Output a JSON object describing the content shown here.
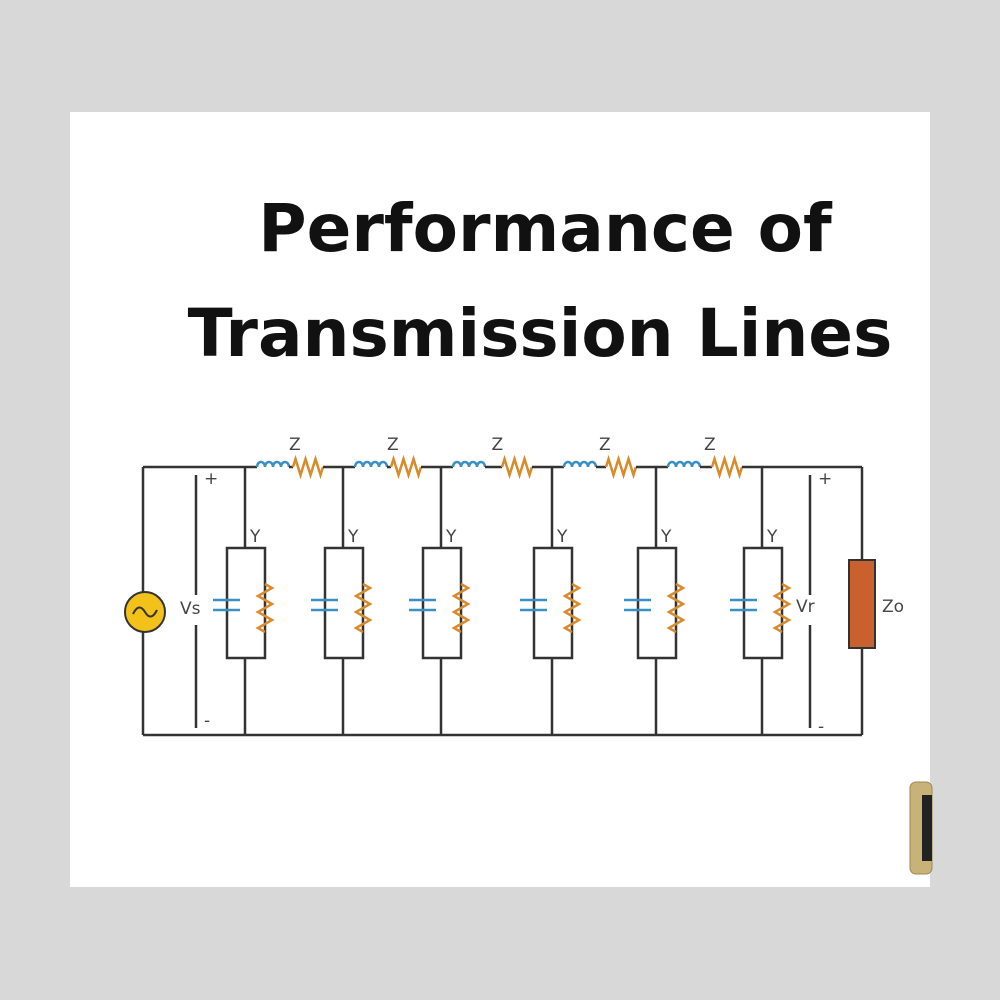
{
  "title": {
    "line1": "Performance of",
    "line2": "Transmission Lines"
  },
  "circuit": {
    "series_label": "Z",
    "shunt_label": "Y",
    "source_label": "Vs",
    "receiving_label": "Vr",
    "load_label": "Zo",
    "plus": "+",
    "minus": "-",
    "sections": 5,
    "shunt_branches": 6
  },
  "colors": {
    "background": "#d8d8d8",
    "wire": "#333333",
    "inductor": "#3a8fc4",
    "resistor": "#d98a2b",
    "source": "#f2c21b",
    "load": "#c8612e"
  }
}
